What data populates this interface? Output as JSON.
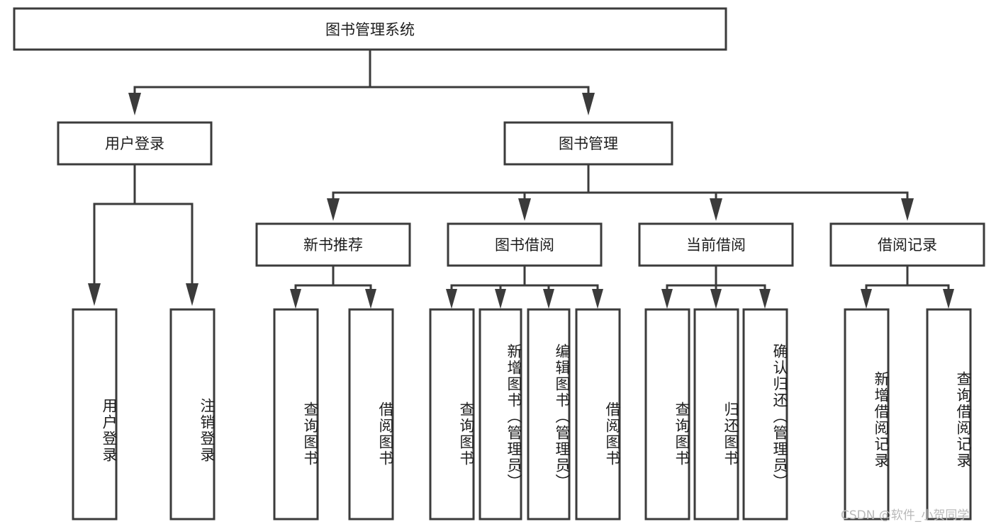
{
  "diagram": {
    "type": "hierarchy-tree",
    "title": "图书管理系统",
    "orientation": "top-down",
    "watermark": "CSDN @软件_小贺同学",
    "colors": {
      "stroke": "#3b3b3b",
      "fill": "#ffffff",
      "text": "#1d1d1d",
      "watermark": "#b9b9b9"
    },
    "root": {
      "label": "图书管理系统"
    },
    "level2": [
      {
        "label": "用户登录"
      },
      {
        "label": "图书管理"
      }
    ],
    "level3": [
      {
        "label": "新书推荐"
      },
      {
        "label": "图书借阅"
      },
      {
        "label": "当前借阅"
      },
      {
        "label": "借阅记录"
      }
    ],
    "leaves": {
      "user_login": [
        {
          "label": "用户登录"
        },
        {
          "label": "注销登录"
        }
      ],
      "new_book_recommend": [
        {
          "label": "查询图书"
        },
        {
          "label": "借阅图书"
        }
      ],
      "book_borrow": [
        {
          "label": "查询图书"
        },
        {
          "label": "新增图书（管理员）"
        },
        {
          "label": "编辑图书（管理员）"
        },
        {
          "label": "借阅图书"
        }
      ],
      "current_borrow": [
        {
          "label": "查询图书"
        },
        {
          "label": "归还图书"
        },
        {
          "label": "确认归还（管理员）"
        }
      ],
      "borrow_record": [
        {
          "label": "新增借阅记录"
        },
        {
          "label": "查询借阅记录"
        }
      ]
    }
  },
  "chart_data": {
    "type": "table",
    "title": "图书管理系统",
    "nodes": [
      {
        "id": "root",
        "label": "图书管理系统",
        "level": 1,
        "parent": null
      },
      {
        "id": "n-user-login",
        "label": "用户登录",
        "level": 2,
        "parent": "root"
      },
      {
        "id": "n-book-mgmt",
        "label": "图书管理",
        "level": 2,
        "parent": "root"
      },
      {
        "id": "n-new-book",
        "label": "新书推荐",
        "level": 3,
        "parent": "n-book-mgmt"
      },
      {
        "id": "n-book-borrow",
        "label": "图书借阅",
        "level": 3,
        "parent": "n-book-mgmt"
      },
      {
        "id": "n-current-borrow",
        "label": "当前借阅",
        "level": 3,
        "parent": "n-book-mgmt"
      },
      {
        "id": "n-borrow-record",
        "label": "借阅记录",
        "level": 3,
        "parent": "n-book-mgmt"
      },
      {
        "id": "l-user-login",
        "label": "用户登录",
        "level": 4,
        "parent": "n-user-login"
      },
      {
        "id": "l-logout",
        "label": "注销登录",
        "level": 4,
        "parent": "n-user-login"
      },
      {
        "id": "l-query-book-1",
        "label": "查询图书",
        "level": 4,
        "parent": "n-new-book"
      },
      {
        "id": "l-borrow-book-1",
        "label": "借阅图书",
        "level": 4,
        "parent": "n-new-book"
      },
      {
        "id": "l-query-book-2",
        "label": "查询图书",
        "level": 4,
        "parent": "n-book-borrow"
      },
      {
        "id": "l-add-book",
        "label": "新增图书（管理员）",
        "level": 4,
        "parent": "n-book-borrow"
      },
      {
        "id": "l-edit-book",
        "label": "编辑图书（管理员）",
        "level": 4,
        "parent": "n-book-borrow"
      },
      {
        "id": "l-borrow-book-2",
        "label": "借阅图书",
        "level": 4,
        "parent": "n-book-borrow"
      },
      {
        "id": "l-query-book-3",
        "label": "查询图书",
        "level": 4,
        "parent": "n-current-borrow"
      },
      {
        "id": "l-return-book",
        "label": "归还图书",
        "level": 4,
        "parent": "n-current-borrow"
      },
      {
        "id": "l-confirm-return",
        "label": "确认归还（管理员）",
        "level": 4,
        "parent": "n-current-borrow"
      },
      {
        "id": "l-add-record",
        "label": "新增借阅记录",
        "level": 4,
        "parent": "n-borrow-record"
      },
      {
        "id": "l-query-record",
        "label": "查询借阅记录",
        "level": 4,
        "parent": "n-borrow-record"
      }
    ]
  }
}
